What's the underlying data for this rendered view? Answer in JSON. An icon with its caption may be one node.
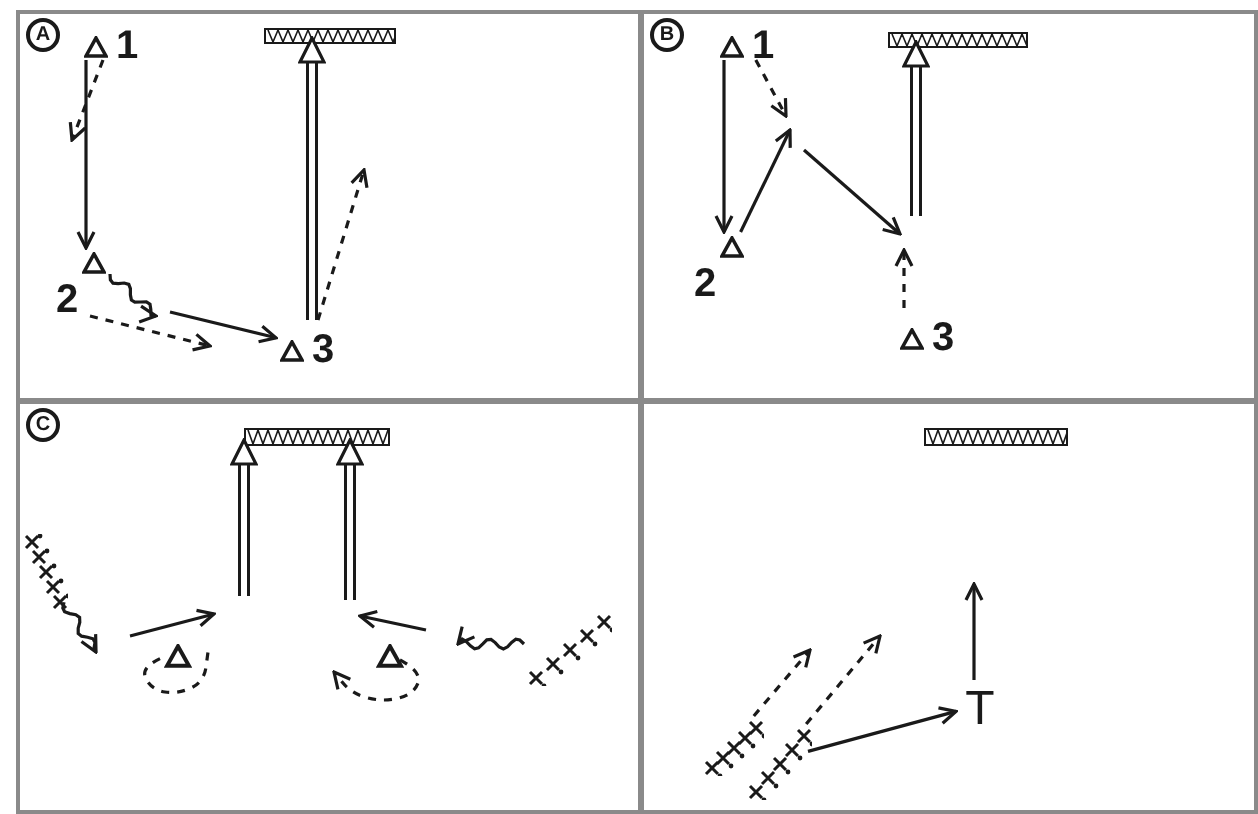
{
  "diagram": {
    "nodes": [
      {
        "text": [
          "A"
        ]
      },
      {
        "text": [],
        "shape": "bar",
        "in": 0
      },
      {
        "text": [
          "1"
        ],
        "in": 0
      },
      {
        "text": [
          "2"
        ],
        "in": 0
      },
      {
        "text": [
          "3"
        ],
        "in": 0
      },
      {
        "text": [
          "B"
        ]
      },
      {
        "text": [],
        "shape": "bar",
        "in": 5
      },
      {
        "text": [
          "1"
        ],
        "in": 5
      },
      {
        "text": [
          "2"
        ],
        "in": 5
      },
      {
        "text": [
          "3"
        ],
        "in": 5
      },
      {
        "text": [
          "C"
        ]
      },
      {
        "text": [],
        "shape": "bar",
        "in": 10
      },
      {
        "text": [],
        "shape": "triangle",
        "in": 10
      },
      {
        "text": [],
        "shape": "triangle",
        "in": 10
      },
      {
        "text": [],
        "shape": "cross",
        "in": 10
      },
      {
        "text": [],
        "shape": "cross",
        "in": 10
      },
      {
        "text": [],
        "shape": "box"
      },
      {
        "text": [],
        "shape": "bar",
        "in": 16
      },
      {
        "text": [],
        "shape": "cross",
        "in": 16
      },
      {
        "text": [],
        "shape": "cross",
        "in": 16
      },
      {
        "text": [
          "T"
        ],
        "in": 16
      }
    ],
    "edges": [
      {
        "from": 2,
        "to": 3,
        "arrow": "to"
      },
      {
        "from": 2,
        "to": null,
        "arrow": "to",
        "style": "dashed"
      },
      {
        "from": 3,
        "to": null,
        "arrow": "to"
      },
      {
        "from": null,
        "to": 4,
        "arrow": "to"
      },
      {
        "from": 3,
        "to": null,
        "arrow": "to",
        "style": "dashed"
      },
      {
        "from": 4,
        "to": 1,
        "arrow": "to",
        "style": "thick"
      },
      {
        "from": 4,
        "to": null,
        "arrow": "to",
        "style": "dashed"
      },
      {
        "from": 7,
        "to": 8,
        "arrow": "to"
      },
      {
        "from": 7,
        "to": null,
        "arrow": "to",
        "style": "dashed"
      },
      {
        "from": 8,
        "to": null,
        "arrow": "to"
      },
      {
        "from": null,
        "to": 6,
        "arrow": "to",
        "style": "thick"
      },
      {
        "from": 9,
        "to": null,
        "arrow": "to",
        "style": "dashed"
      },
      {
        "from": 14,
        "to": null,
        "arrow": "to"
      },
      {
        "from": null,
        "to": 11,
        "arrow": "to",
        "style": "thick"
      },
      {
        "from": 15,
        "to": null,
        "arrow": "to"
      },
      {
        "from": null,
        "to": 11,
        "arrow": "to",
        "style": "thick"
      },
      {
        "from": 18,
        "to": null,
        "arrow": "to",
        "style": "dashed"
      },
      {
        "from": 19,
        "to": null,
        "arrow": "to",
        "style": "dashed"
      },
      {
        "from": 19,
        "to": 20,
        "arrow": "to"
      },
      {
        "from": 20,
        "to": null,
        "arrow": "to"
      },
      {
        "from": 12,
        "to": null,
        "arrow": "none",
        "style": "dashed"
      },
      {
        "from": 13,
        "to": null,
        "arrow": "to",
        "style": "dashed"
      }
    ]
  }
}
